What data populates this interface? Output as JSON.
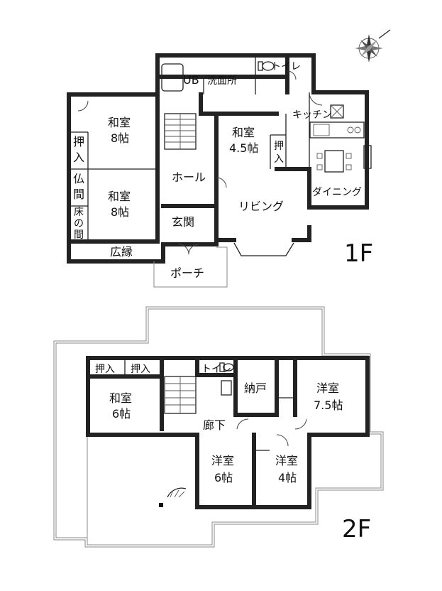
{
  "floors": {
    "first": {
      "label": "1F",
      "rooms": {
        "ub": "UB",
        "washroom": "洗面所",
        "toilet": "トイレ",
        "washitsu_8a_name": "和室",
        "washitsu_8a_size": "8帖",
        "washitsu_8b_name": "和室",
        "washitsu_8b_size": "8帖",
        "washitsu_45_name": "和室",
        "washitsu_45_size": "4.5帖",
        "oshiire_left_1": "押",
        "oshiire_left_2": "入",
        "butsuma_1": "仏",
        "butsuma_2": "間",
        "tokonoma_1": "床",
        "tokonoma_2": "の",
        "tokonoma_3": "間",
        "oshiire_mid_1": "押",
        "oshiire_mid_2": "入",
        "kitchen": "キッチン",
        "hall": "ホール",
        "living": "リビング",
        "dining": "ダイニング",
        "entrance": "玄関",
        "hiroen": "広縁",
        "porch": "ポーチ"
      }
    },
    "second": {
      "label": "2F",
      "rooms": {
        "oshiire_a": "押入",
        "oshiire_b": "押入",
        "toilet": "トイレ",
        "washitsu_name": "和室",
        "washitsu_size": "6帖",
        "nando": "納戸",
        "yoshitsu_75_name": "洋室",
        "yoshitsu_75_size": "7.5帖",
        "corridor": "廊下",
        "yoshitsu_6_name": "洋室",
        "yoshitsu_6_size": "6帖",
        "yoshitsu_4_name": "洋室",
        "yoshitsu_4_size": "4帖"
      }
    }
  },
  "icons": {
    "compass": "compass-rose-icon"
  }
}
